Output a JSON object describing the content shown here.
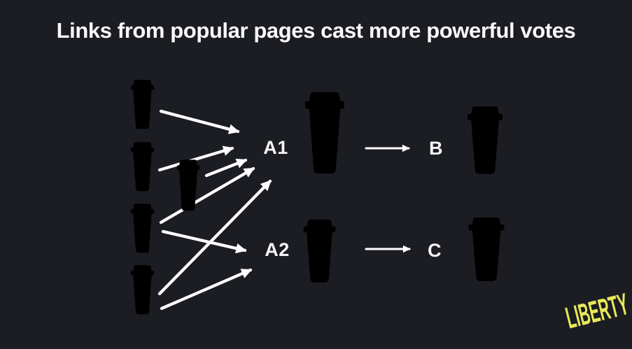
{
  "title": "Links from popular pages cast more powerful votes",
  "brand": "LIBERTY",
  "colors": {
    "background": "#1b1d23",
    "cup_band": "#f3f178",
    "outline": "#131313",
    "arrow": "#ffffff",
    "badge_gray": "#e6e5e0",
    "badge_blue": "#45c8f0",
    "badge_brown": "#7c351d",
    "badge_orange": "#f6906a",
    "badge_green": "#2fcf44",
    "brand_yellow": "#e9e85a"
  },
  "nodes": {
    "a1": {
      "label": "A1",
      "badge": "blue"
    },
    "a2": {
      "label": "A2",
      "badge": "brown"
    },
    "b": {
      "label": "B",
      "badge": "orange"
    },
    "c": {
      "label": "C",
      "badge": "green"
    },
    "small_pages": {
      "count": 5,
      "badge": "gray"
    }
  },
  "edges": [
    {
      "from": "small-page-1",
      "to": "A1"
    },
    {
      "from": "small-page-2",
      "to": "A1"
    },
    {
      "from": "small-page-5",
      "to": "A1"
    },
    {
      "from": "small-page-3",
      "to": "A1"
    },
    {
      "from": "small-page-4",
      "to": "A1"
    },
    {
      "from": "small-page-3",
      "to": "A2"
    },
    {
      "from": "small-page-4",
      "to": "A2"
    },
    {
      "from": "A1",
      "to": "B"
    },
    {
      "from": "A2",
      "to": "C"
    }
  ],
  "icons": {
    "cup": "coffee-cup-icon"
  }
}
